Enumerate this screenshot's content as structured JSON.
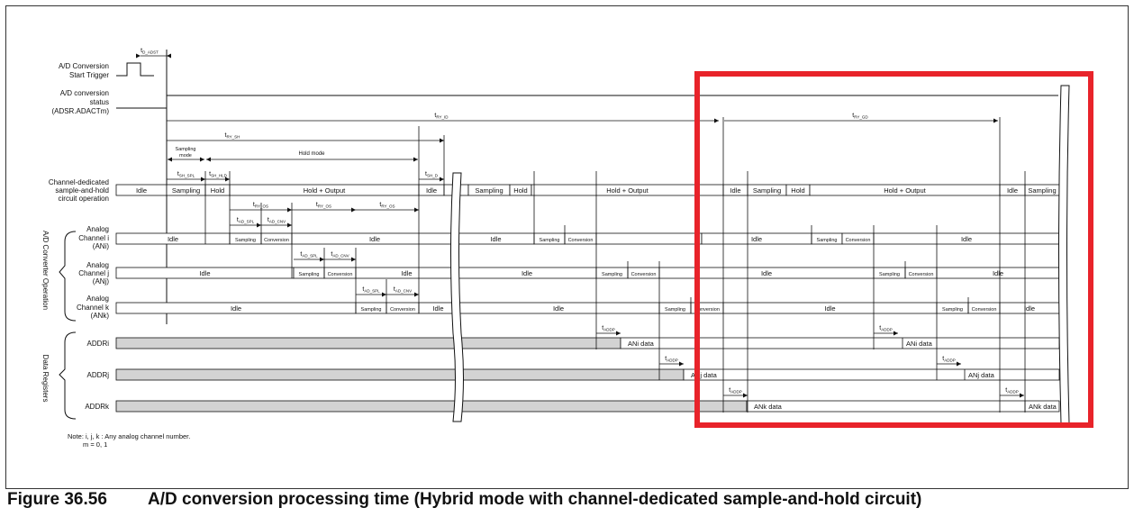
{
  "caption": {
    "number": "Figure 36.56",
    "title": "A/D conversion processing time (Hybrid mode with channel-dedicated sample-and-hold circuit)"
  },
  "signals": {
    "trigger": [
      "A/D Conversion",
      "Start Trigger"
    ],
    "status": [
      "A/D conversion",
      "status",
      "(ADSR.ADACTm)"
    ],
    "sh": [
      "Channel-dedicated",
      "sample-and-hold",
      "circuit operation"
    ],
    "ch_i": [
      "Analog",
      "Channel i",
      "(ANi)"
    ],
    "ch_j": [
      "Analog",
      "Channel j",
      "(ANj)"
    ],
    "ch_k": [
      "Analog",
      "Channel k",
      "(ANk)"
    ],
    "addr_i": "ADDRi",
    "addr_j": "ADDRj",
    "addr_k": "ADDRk"
  },
  "groups": {
    "adc": "A/D Converter Operation",
    "regs": "Data Registers"
  },
  "states": {
    "idle": "Idle",
    "sampling": "Sampling",
    "hold": "Hold",
    "hold_output": "Hold + Output",
    "conversion": "Conversion",
    "ani_data": "ANi data",
    "anj_data": "ANj data",
    "ank_data": "ANk data",
    "sampling_mode": [
      "Sampling",
      "mode"
    ],
    "hold_mode": "Hold mode"
  },
  "timing": {
    "t_adst": [
      "t",
      "D_ADST"
    ],
    "t_ry_id": [
      "t",
      "RY_ID"
    ],
    "t_ry_gd": [
      "t",
      "RY_GD"
    ],
    "t_ry_sh": [
      "t",
      "RY_SH"
    ],
    "t_sh_spl": [
      "t",
      "SH_SPL"
    ],
    "t_sh_hld": [
      "t",
      "SH_HLD"
    ],
    "t_sh_d": [
      "t",
      "SH_D"
    ],
    "t_ry_os": [
      "t",
      "RY_OS"
    ],
    "t_ad_spl": [
      "t",
      "AD_SPL"
    ],
    "t_ad_cnv": [
      "t",
      "AD_CNV"
    ],
    "t_addp": [
      "t",
      "ADDP"
    ]
  },
  "note": [
    "Note: i, j, k : Any analog channel number.",
    "m = 0, 1"
  ],
  "colors": {
    "highlight": "#e8232a",
    "register_fill": "#d3d3d3",
    "line": "#111111"
  }
}
